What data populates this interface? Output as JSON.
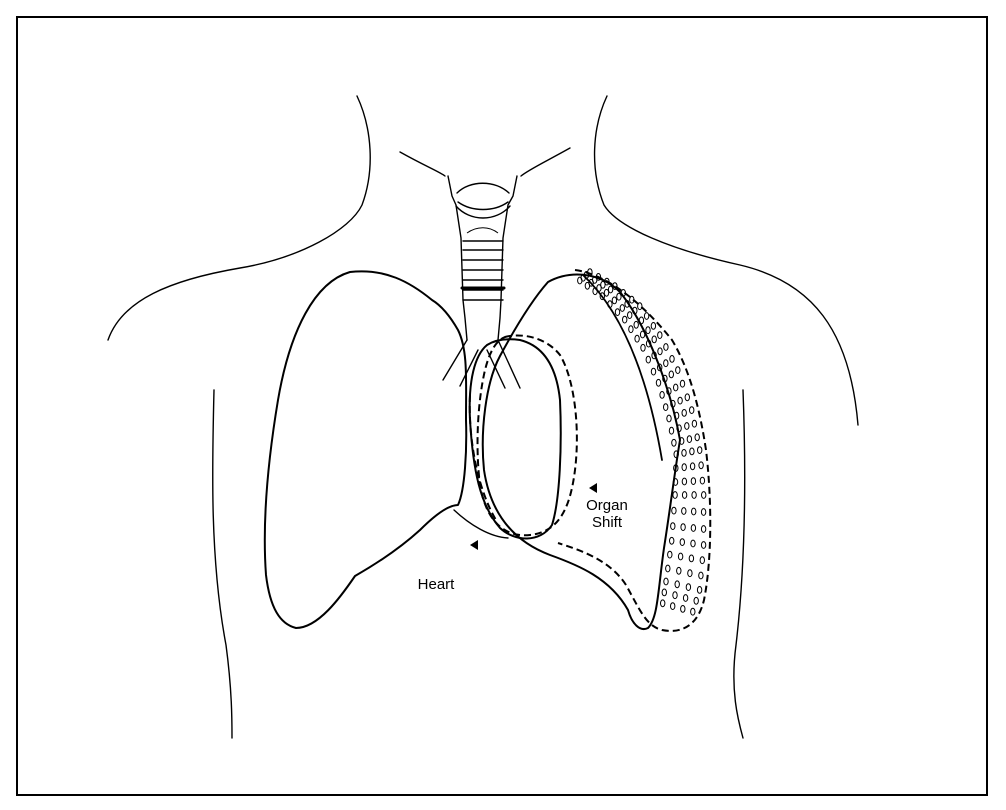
{
  "labels": {
    "organ_shift": [
      "Organ",
      "Shift"
    ],
    "heart": "Heart"
  },
  "colors": {
    "line": "#000000",
    "background": "#ffffff"
  }
}
